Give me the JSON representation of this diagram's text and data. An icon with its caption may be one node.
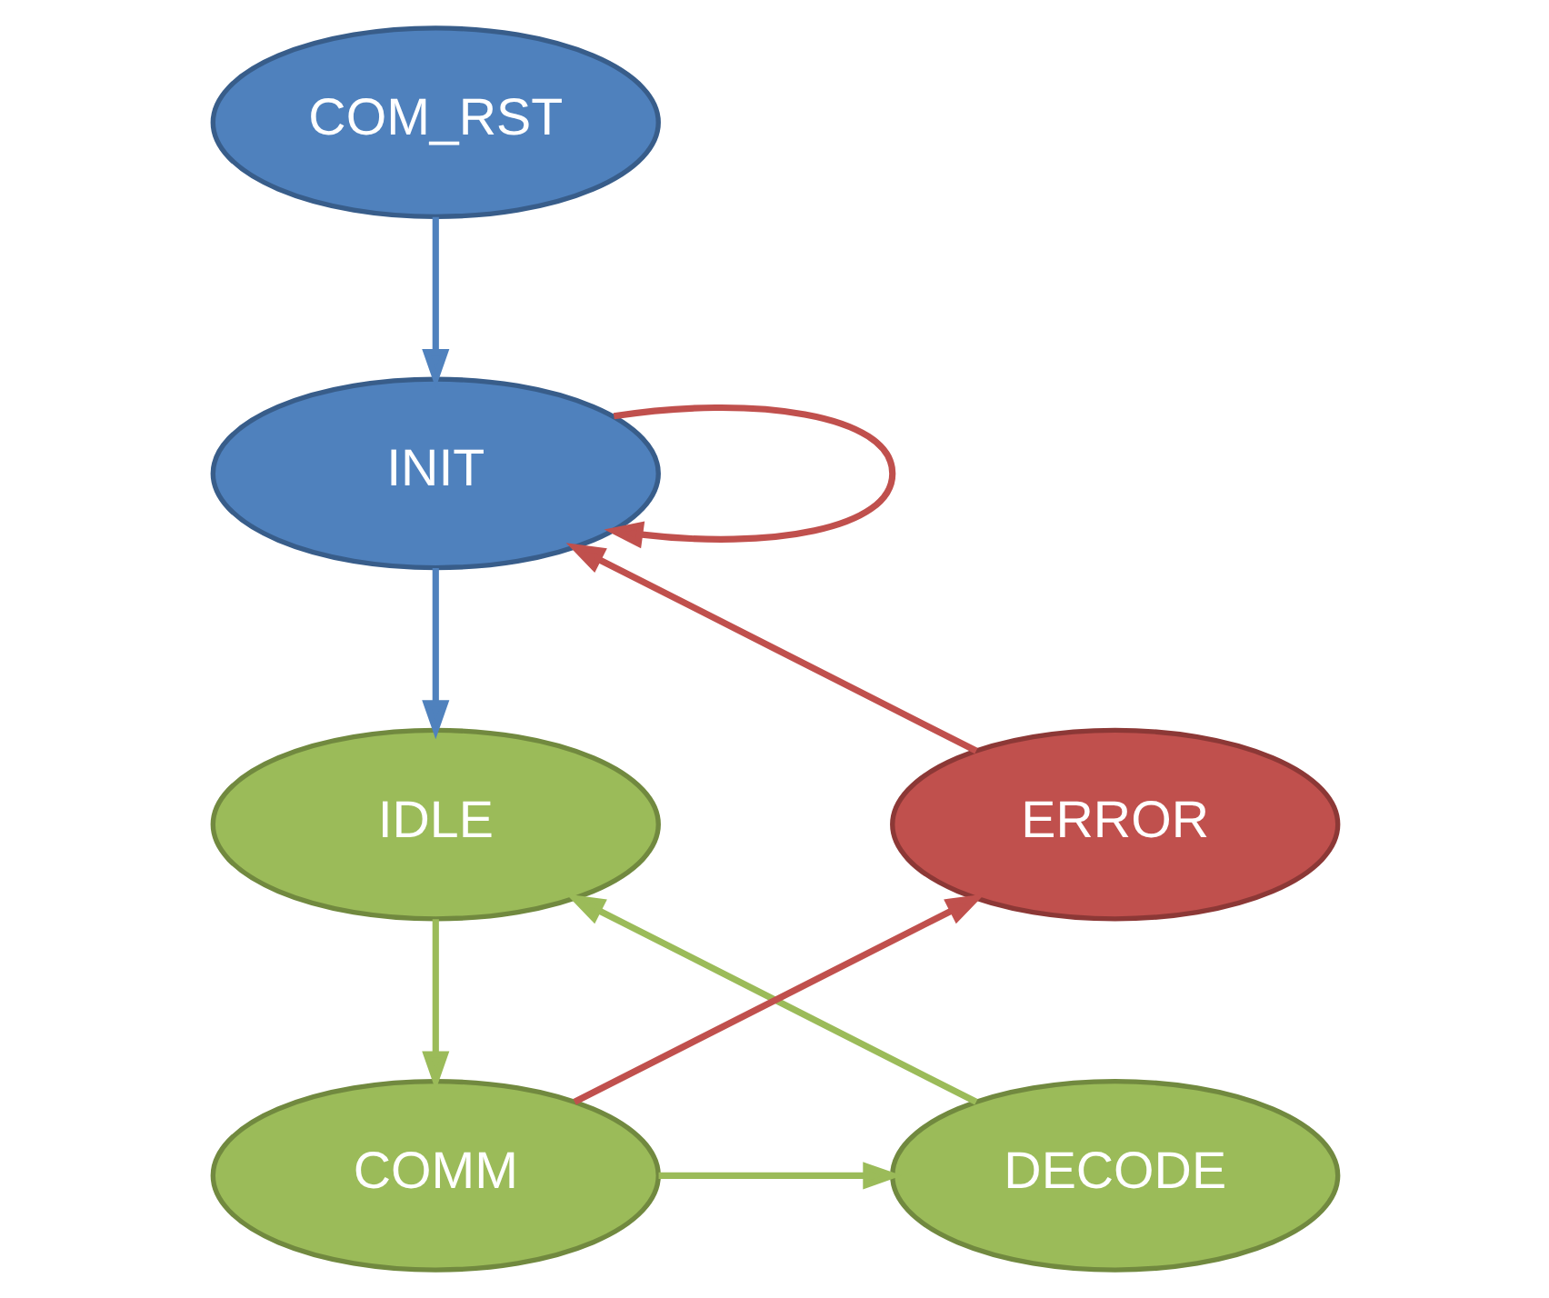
{
  "diagram": {
    "nodes": [
      {
        "text": [
          "COM_RST"
        ]
      },
      {
        "text": [
          "INIT"
        ]
      },
      {
        "text": [
          "IDLE"
        ]
      },
      {
        "text": [
          "ERROR"
        ]
      },
      {
        "text": [
          "DECODE"
        ]
      },
      {
        "text": [
          "COMM"
        ]
      }
    ],
    "edges": [
      {
        "from": 0,
        "to": 1,
        "arrow": "to",
        "color": "#4f81bd"
      },
      {
        "from": 1,
        "to": 1,
        "arrow": "to",
        "color": "#c0504d"
      },
      {
        "from": 1,
        "to": 2,
        "arrow": "to",
        "color": "#4f81bd"
      },
      {
        "from": 2,
        "to": 5,
        "arrow": "to",
        "color": "#9bbb59"
      },
      {
        "from": 5,
        "to": 4,
        "arrow": "to",
        "color": "#9bbb59"
      },
      {
        "from": 4,
        "to": 2,
        "arrow": "to",
        "color": "#9bbb59"
      },
      {
        "from": 5,
        "to": 3,
        "arrow": "to",
        "color": "#c0504d"
      },
      {
        "from": 3,
        "to": 1,
        "arrow": "to",
        "color": "#c0504d"
      }
    ]
  }
}
